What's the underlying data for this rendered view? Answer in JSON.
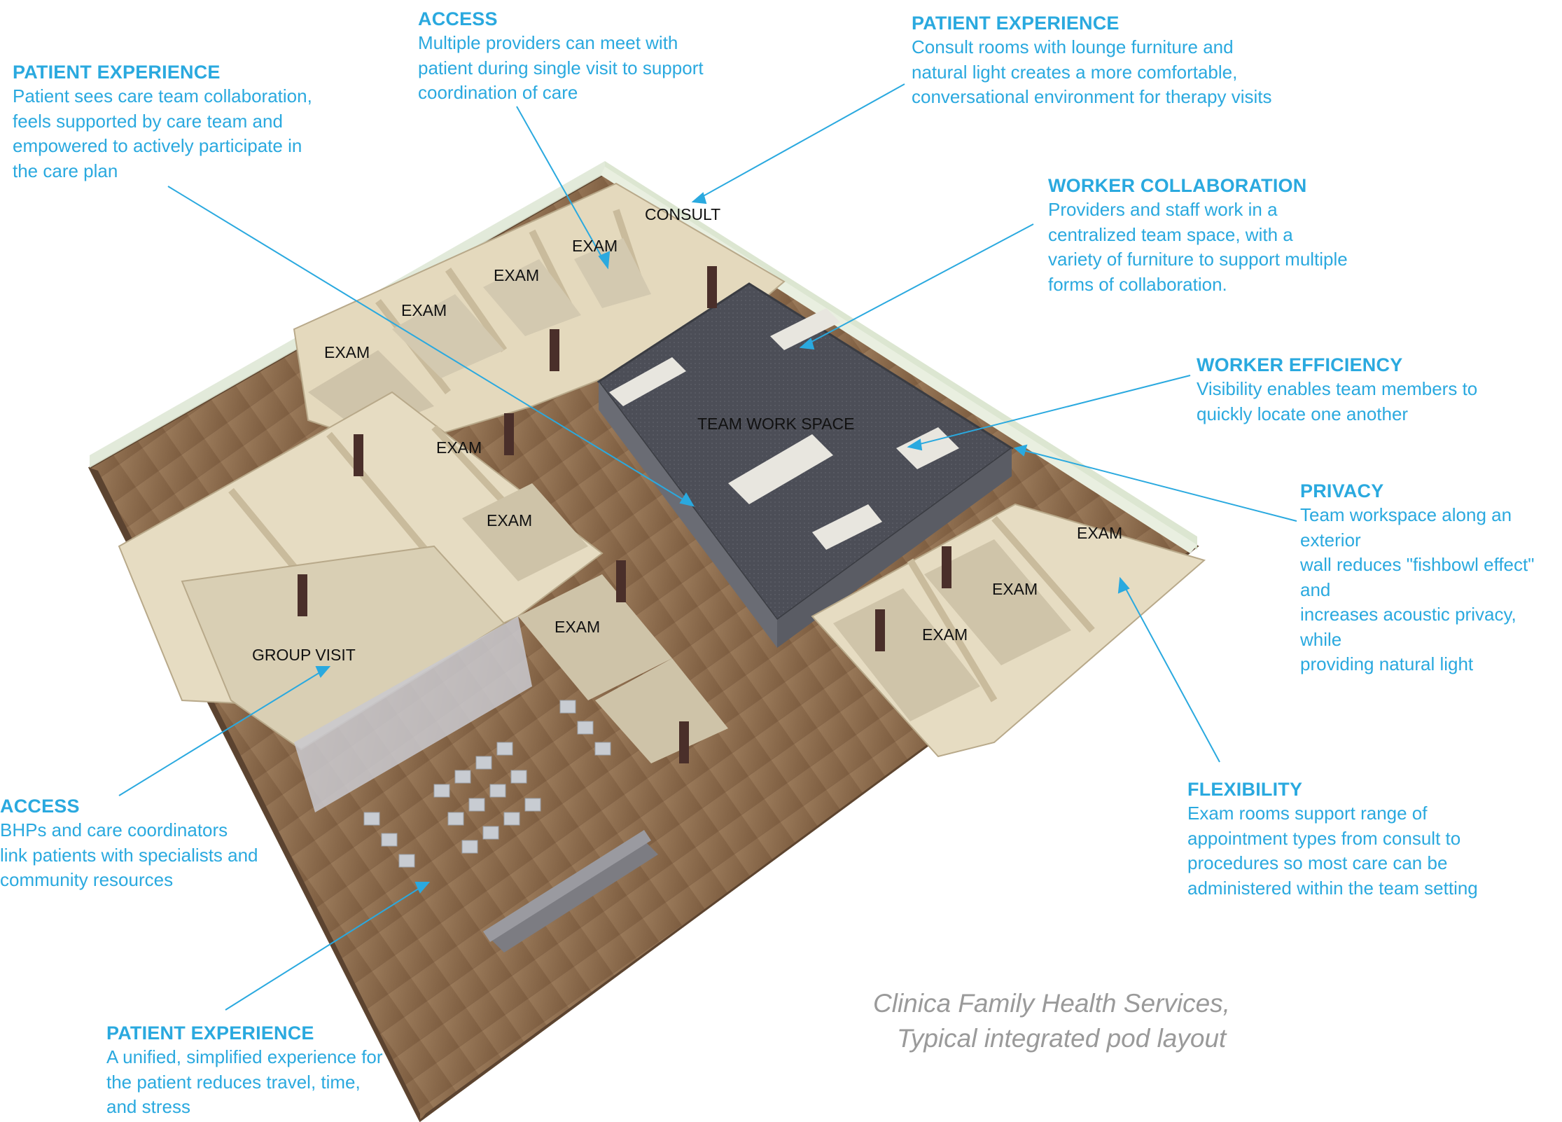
{
  "callouts": [
    {
      "id": "c1",
      "title": "PATIENT EXPERIENCE",
      "text": "Patient sees care team collaboration,\nfeels supported by care team and\nempowered to actively participate in\nthe care plan"
    },
    {
      "id": "c2",
      "title": "ACCESS",
      "text": "Multiple providers can meet with\npatient during single visit to support\ncoordination of care"
    },
    {
      "id": "c3",
      "title": "PATIENT EXPERIENCE",
      "text": "Consult rooms with lounge furniture and\nnatural light creates a more comfortable,\nconversational environment for therapy visits"
    },
    {
      "id": "c4",
      "title": "WORKER COLLABORATION",
      "text": "Providers and staff work in a\ncentralized team space, with a\nvariety of furniture to support multiple\nforms of collaboration."
    },
    {
      "id": "c5",
      "title": "WORKER EFFICIENCY",
      "text": "Visibility enables team members to\nquickly locate one another"
    },
    {
      "id": "c6",
      "title": "PRIVACY",
      "text": "Team workspace along an exterior\nwall reduces \"fishbowl effect\" and\nincreases acoustic privacy, while\nproviding natural light"
    },
    {
      "id": "c7",
      "title": "FLEXIBILITY",
      "text": "Exam rooms support range of\nappointment types from consult to\nprocedures so most care can be\nadministered within the team setting"
    },
    {
      "id": "c8",
      "title": "ACCESS",
      "text": "BHPs and care coordinators\nlink patients with specialists and\ncommunity resources"
    },
    {
      "id": "c9",
      "title": "PATIENT EXPERIENCE",
      "text": "A unified, simplified experience for\nthe patient reduces travel, time,\nand stress"
    }
  ],
  "rooms": {
    "consult": "CONSULT",
    "exam": "EXAM",
    "team_work_space": "TEAM WORK SPACE",
    "group_visit": "GROUP VISIT"
  },
  "caption": {
    "line1": "Clinica Family Health Services,",
    "line2": "Typical integrated pod layout"
  },
  "colors": {
    "accent": "#2aa9df",
    "floor_wood": "#8a6a4c",
    "wall_beige": "#e6dcc2",
    "team_floor": "#4b4d55",
    "glass": "#dfe8d6",
    "caption": "#9a9a9a"
  }
}
